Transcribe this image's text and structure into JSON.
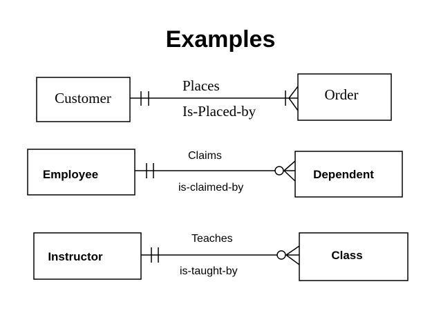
{
  "title": "Examples",
  "relationships": [
    {
      "entity_left": "Customer",
      "entity_right": "Order",
      "label_top": "Places",
      "label_bottom": "Is-Placed-by",
      "left_cardinality": "one-and-only-one",
      "right_cardinality": "one-or-many"
    },
    {
      "entity_left": "Employee",
      "entity_right": "Dependent",
      "label_top": "Claims",
      "label_bottom": "is-claimed-by",
      "left_cardinality": "one-and-only-one",
      "right_cardinality": "zero-or-many"
    },
    {
      "entity_left": "Instructor",
      "entity_right": "Class",
      "label_top": "Teaches",
      "label_bottom": "is-taught-by",
      "left_cardinality": "one-and-only-one",
      "right_cardinality": "zero-or-many"
    }
  ]
}
